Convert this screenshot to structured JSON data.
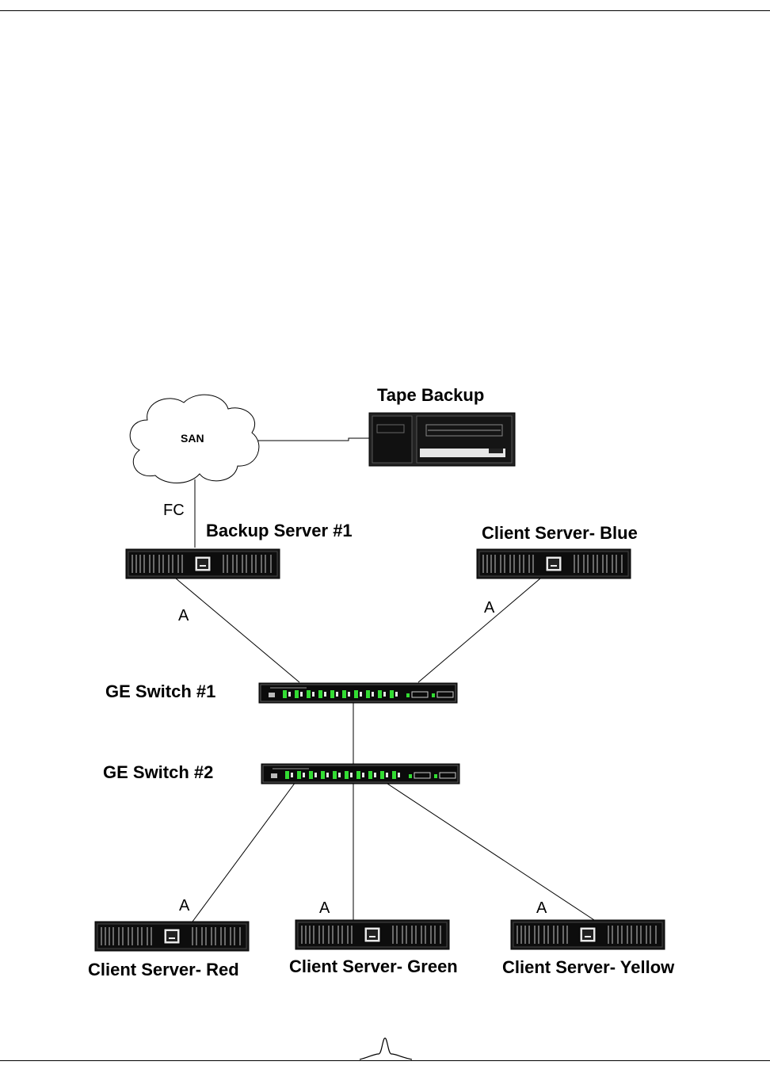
{
  "diagram": {
    "nodes": {
      "san": {
        "label": "SAN"
      },
      "tape_backup": {
        "label": "Tape Backup"
      },
      "backup_server": {
        "label": "Backup Server #1"
      },
      "client_blue": {
        "label": "Client Server- Blue"
      },
      "ge_switch_1": {
        "label": "GE Switch #1"
      },
      "ge_switch_2": {
        "label": "GE Switch #2"
      },
      "client_red": {
        "label": "Client Server- Red"
      },
      "client_green": {
        "label": "Client Server- Green"
      },
      "client_yellow": {
        "label": "Client Server- Yellow"
      }
    },
    "links": {
      "san_backup": {
        "label": "FC"
      },
      "backup_switch": {
        "label": "A"
      },
      "blue_switch": {
        "label": "A"
      },
      "red_switch": {
        "label": "A"
      },
      "green_switch": {
        "label": "A"
      },
      "yellow_switch": {
        "label": "A"
      }
    }
  }
}
